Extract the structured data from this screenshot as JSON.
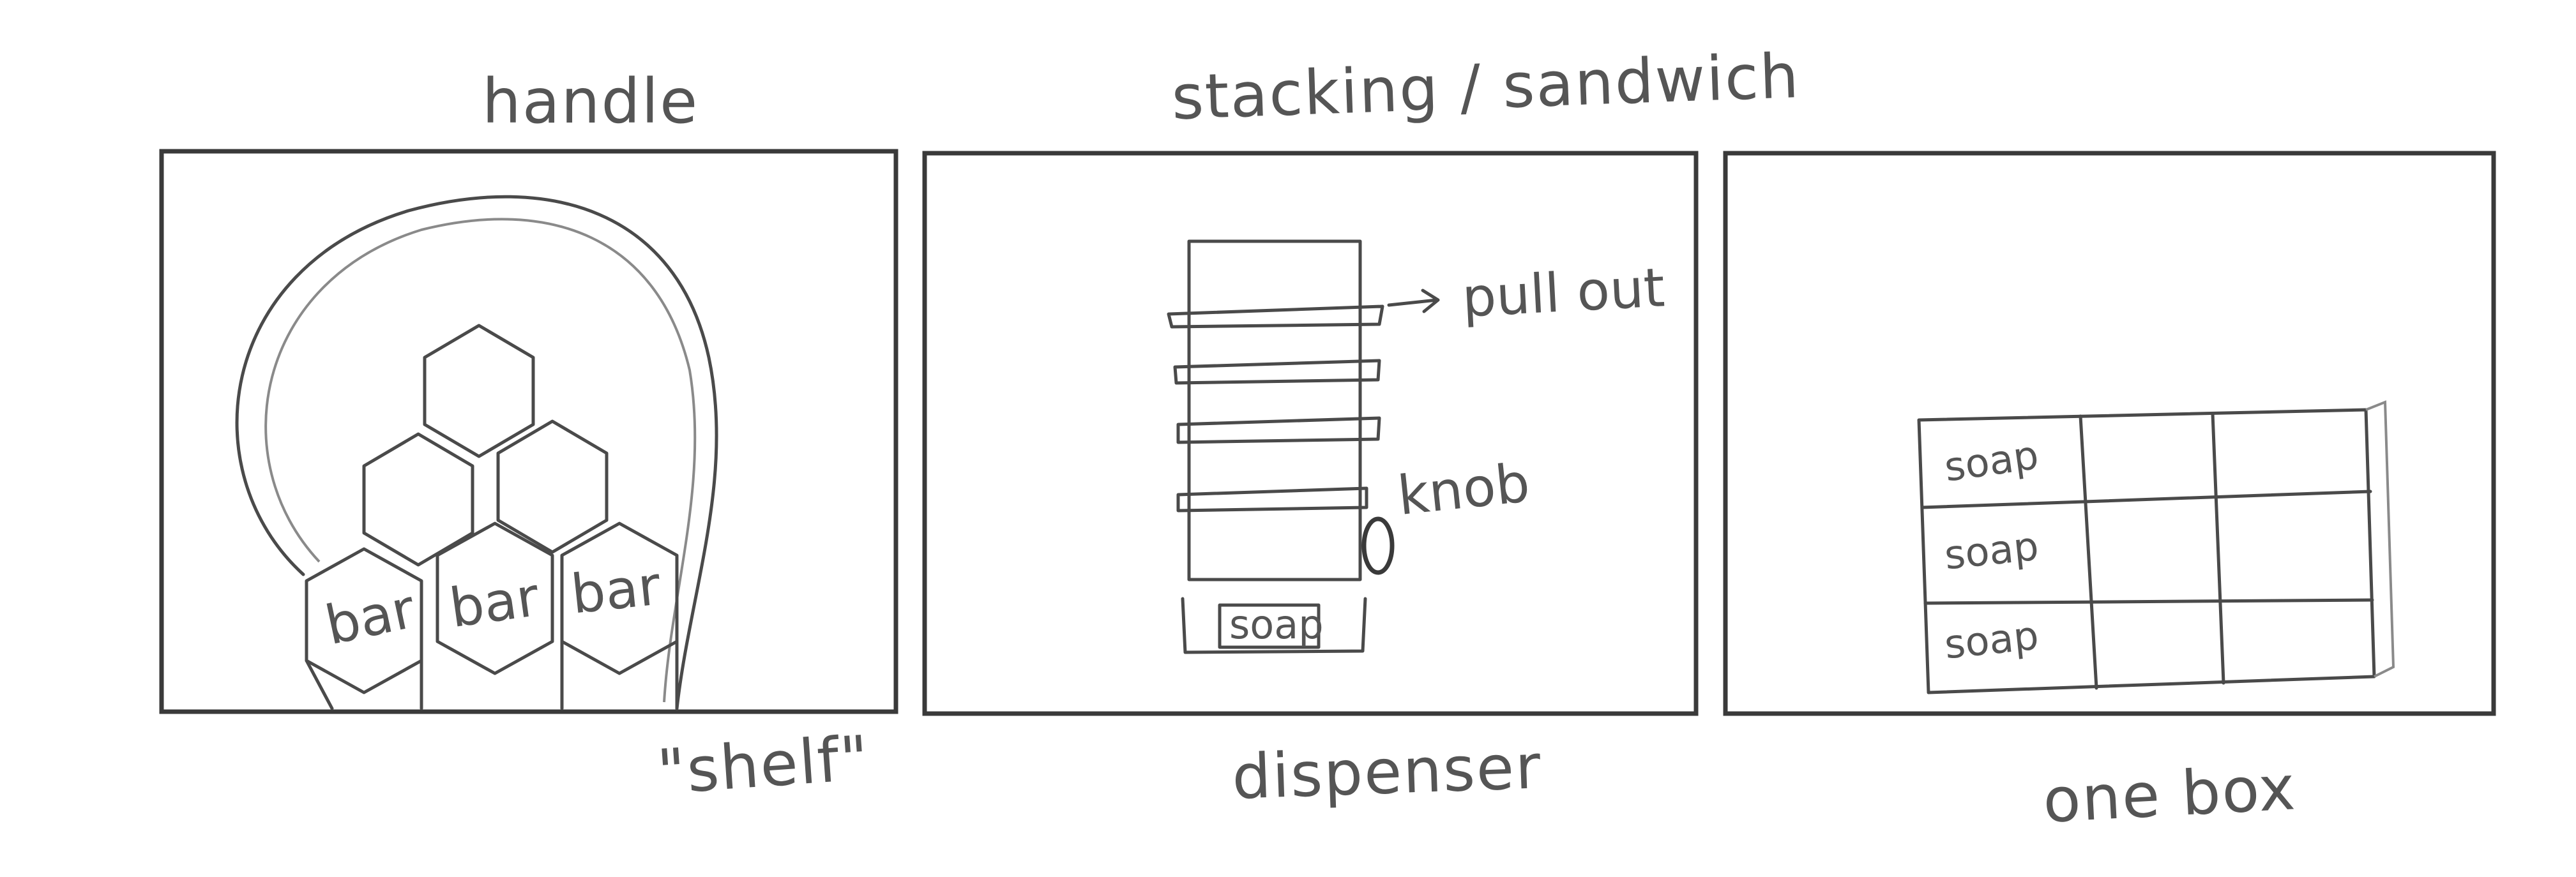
{
  "labels": {
    "handle": "handle",
    "stacking": "stacking / sandwich",
    "shelf": "\"shelf\"",
    "dispenser": "dispenser",
    "one_box": "one box",
    "pull_out": "pull out",
    "knob": "knob",
    "bar_1": "bar",
    "bar_2": "bar",
    "bar_3": "bar",
    "dispenser_soap": "soap",
    "box_soap_1": "soap",
    "box_soap_2": "soap",
    "box_soap_3": "soap"
  }
}
